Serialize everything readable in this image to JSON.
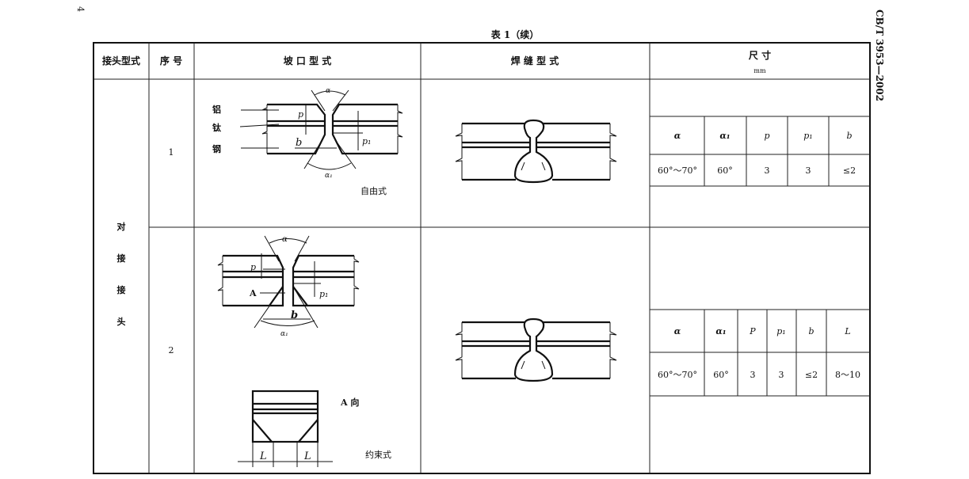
{
  "page_number": "4",
  "standard_code": "CB/T 3953—2002",
  "table_caption": "表 1（续）",
  "headers": {
    "joint_type": "接头型式",
    "serial": "序 号",
    "groove_form": "坡 口 型 式",
    "weld_form": "焊 缝 型 式",
    "dimensions": "尺  寸",
    "unit": "mm"
  },
  "joint_type_value": [
    "对",
    "接",
    "接",
    "头"
  ],
  "rows": [
    {
      "serial": "1",
      "material_labels": [
        "铝",
        "钛",
        "钢"
      ],
      "groove_labels": {
        "alpha": "α",
        "alpha1": "α₁",
        "p": "p",
        "p1": "p₁",
        "b": "b"
      },
      "form_label": "自由式",
      "dim_headers": [
        "α",
        "α₁",
        "p",
        "p₁",
        "b"
      ],
      "dim_values": [
        "60°～70°",
        "60°",
        "3",
        "3",
        "≤2"
      ]
    },
    {
      "serial": "2",
      "groove_labels": {
        "alpha": "α",
        "alpha1": "α₁",
        "p": "p",
        "p1": "p₁",
        "b": "b",
        "A": "A",
        "L": "L"
      },
      "view_label": "A  向",
      "form_label": "约束式",
      "dim_headers": [
        "α",
        "α₁",
        "P",
        "p₁",
        "b",
        "L"
      ],
      "dim_values": [
        "60°～70°",
        "60°",
        "3",
        "3",
        "≤2",
        "8～10"
      ]
    }
  ]
}
